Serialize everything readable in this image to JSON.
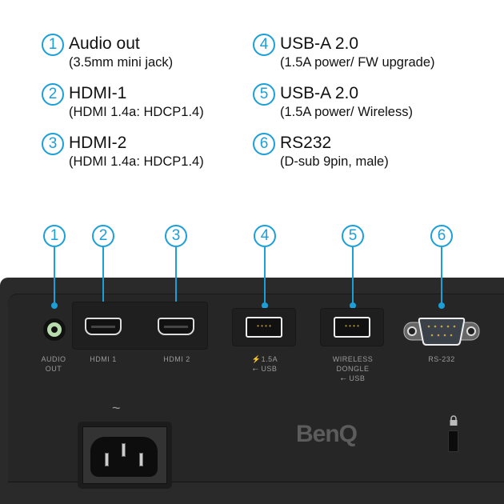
{
  "legend": [
    {
      "num": "1",
      "title": "Audio out",
      "sub": "(3.5mm mini jack)"
    },
    {
      "num": "2",
      "title": "HDMI-1",
      "sub": "(HDMI 1.4a: HDCP1.4)"
    },
    {
      "num": "3",
      "title": "HDMI-2",
      "sub": "(HDMI 1.4a: HDCP1.4)"
    },
    {
      "num": "4",
      "title": "USB-A 2.0",
      "sub": "(1.5A power/ FW upgrade)"
    },
    {
      "num": "5",
      "title": "USB-A 2.0",
      "sub": "(1.5A power/ Wireless)"
    },
    {
      "num": "6",
      "title": "RS232",
      "sub": "(D-sub 9pin, male)"
    }
  ],
  "ports": {
    "audio": [
      "AUDIO",
      "OUT"
    ],
    "hdmi1": "HDMI 1",
    "hdmi2": "HDMI 2",
    "usb1": [
      "⚡1.5A",
      "⭠ USB"
    ],
    "usb2": [
      "WIRELESS",
      "DONGLE",
      "⭠ USB"
    ],
    "rs232": "RS-232"
  },
  "power_symbol": "~",
  "brand": "BenQ",
  "accent": "#1b9fd9"
}
